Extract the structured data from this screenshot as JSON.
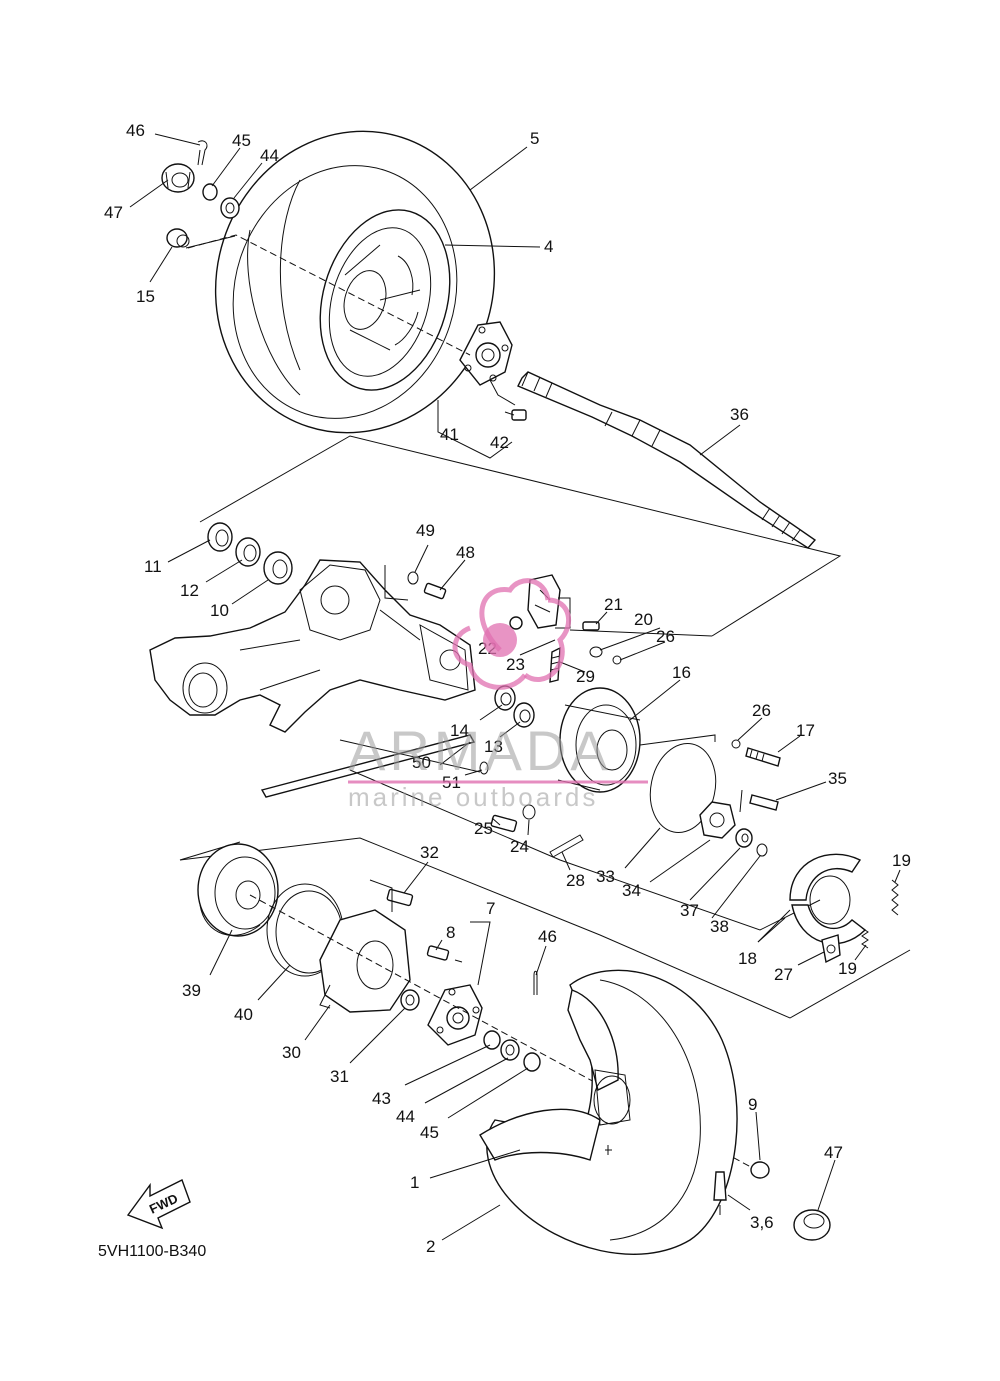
{
  "diagram_code": "5VH1100-B340",
  "fwd_label": "FWD",
  "watermark": {
    "brand": "ARMADA",
    "tagline": "marine outboards",
    "color": "#e070b0"
  },
  "callouts": [
    {
      "id": "5",
      "text": "5"
    },
    {
      "id": "4",
      "text": "4"
    },
    {
      "id": "46a",
      "text": "46"
    },
    {
      "id": "45a",
      "text": "45"
    },
    {
      "id": "44a",
      "text": "44"
    },
    {
      "id": "47a",
      "text": "47"
    },
    {
      "id": "15",
      "text": "15"
    },
    {
      "id": "42",
      "text": "42"
    },
    {
      "id": "41",
      "text": "41"
    },
    {
      "id": "36",
      "text": "36"
    },
    {
      "id": "11",
      "text": "11"
    },
    {
      "id": "12",
      "text": "12"
    },
    {
      "id": "10",
      "text": "10"
    },
    {
      "id": "49",
      "text": "49"
    },
    {
      "id": "48",
      "text": "48"
    },
    {
      "id": "21",
      "text": "21"
    },
    {
      "id": "20",
      "text": "20"
    },
    {
      "id": "26a",
      "text": "26"
    },
    {
      "id": "22",
      "text": "22"
    },
    {
      "id": "23",
      "text": "23"
    },
    {
      "id": "29",
      "text": "29"
    },
    {
      "id": "16",
      "text": "16"
    },
    {
      "id": "14",
      "text": "14"
    },
    {
      "id": "13",
      "text": "13"
    },
    {
      "id": "26b",
      "text": "26"
    },
    {
      "id": "17",
      "text": "17"
    },
    {
      "id": "35",
      "text": "35"
    },
    {
      "id": "50",
      "text": "50"
    },
    {
      "id": "51",
      "text": "51"
    },
    {
      "id": "25",
      "text": "25"
    },
    {
      "id": "24",
      "text": "24"
    },
    {
      "id": "28",
      "text": "28"
    },
    {
      "id": "33",
      "text": "33"
    },
    {
      "id": "34",
      "text": "34"
    },
    {
      "id": "37",
      "text": "37"
    },
    {
      "id": "38",
      "text": "38"
    },
    {
      "id": "19a",
      "text": "19"
    },
    {
      "id": "32",
      "text": "32"
    },
    {
      "id": "7",
      "text": "7"
    },
    {
      "id": "8",
      "text": "8"
    },
    {
      "id": "46b",
      "text": "46"
    },
    {
      "id": "18",
      "text": "18"
    },
    {
      "id": "27",
      "text": "27"
    },
    {
      "id": "19b",
      "text": "19"
    },
    {
      "id": "39",
      "text": "39"
    },
    {
      "id": "40",
      "text": "40"
    },
    {
      "id": "30",
      "text": "30"
    },
    {
      "id": "31",
      "text": "31"
    },
    {
      "id": "43",
      "text": "43"
    },
    {
      "id": "44b",
      "text": "44"
    },
    {
      "id": "45b",
      "text": "45"
    },
    {
      "id": "9",
      "text": "9"
    },
    {
      "id": "47b",
      "text": "47"
    },
    {
      "id": "1",
      "text": "1"
    },
    {
      "id": "2",
      "text": "2"
    },
    {
      "id": "3_6",
      "text": "3,6"
    }
  ]
}
